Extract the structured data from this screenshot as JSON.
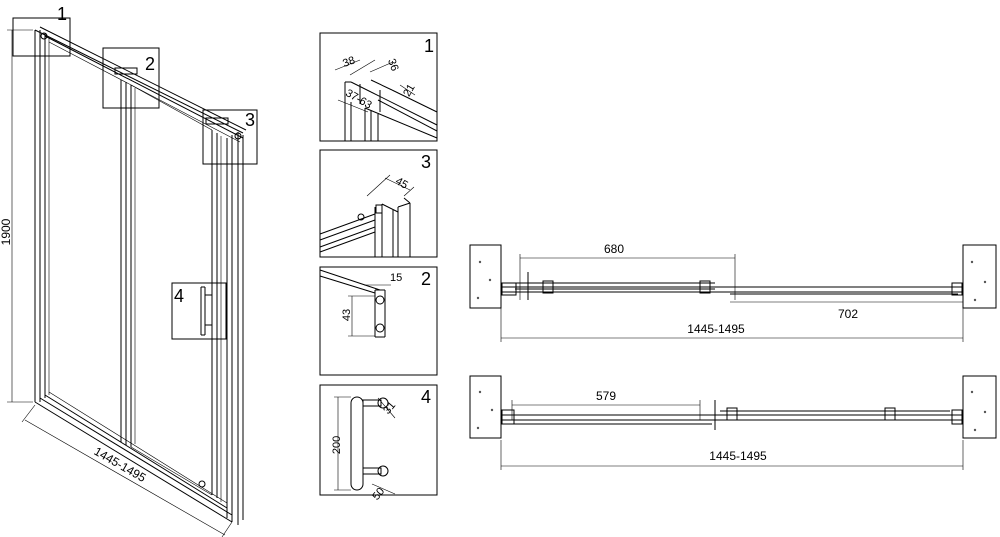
{
  "callouts": {
    "c1": "1",
    "c2": "2",
    "c3": "3",
    "c4": "4"
  },
  "main_view": {
    "height": "1900",
    "width": "1445-1495"
  },
  "detail1": {
    "number": "1",
    "dim_a": "38",
    "dim_b": "36",
    "dim_c": "37-63",
    "dim_d": "21"
  },
  "detail3": {
    "number": "3",
    "dim_a": "45"
  },
  "detail2": {
    "number": "2",
    "dim_a": "15",
    "dim_b": "43"
  },
  "detail4": {
    "number": "4",
    "dim_a": "200",
    "dim_b": "31",
    "dim_c": "50"
  },
  "plan_top": {
    "open_width": "680",
    "panel_width": "702",
    "total_width": "1445-1495"
  },
  "plan_bottom": {
    "open_width": "579",
    "total_width": "1445-1495"
  }
}
